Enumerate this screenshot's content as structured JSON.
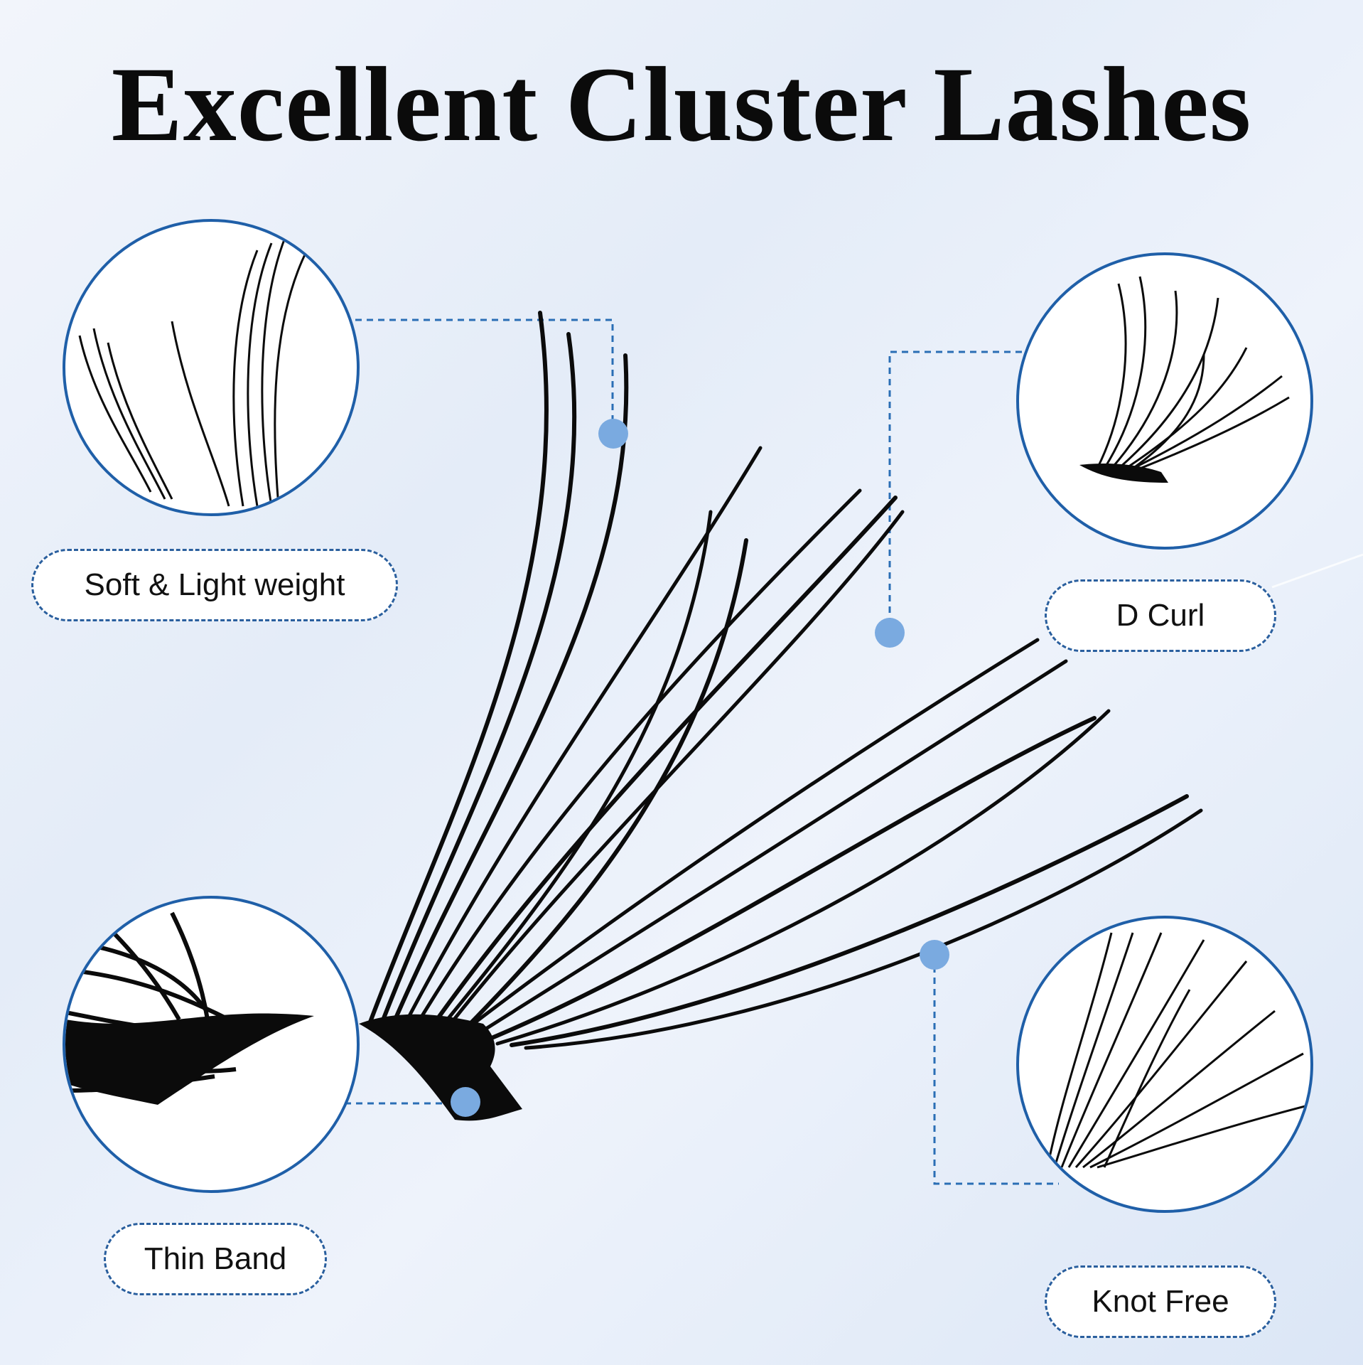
{
  "title": "Excellent Cluster Lashes",
  "colors": {
    "accent": "#1f5fa8",
    "dot": "#7aaae0",
    "leader": "#2a6eb5",
    "lash": "#0b0b0b"
  },
  "callouts": [
    {
      "label": "Soft & Light weight"
    },
    {
      "label": "D Curl"
    },
    {
      "label": "Thin Band"
    },
    {
      "label": "Knot Free"
    }
  ]
}
